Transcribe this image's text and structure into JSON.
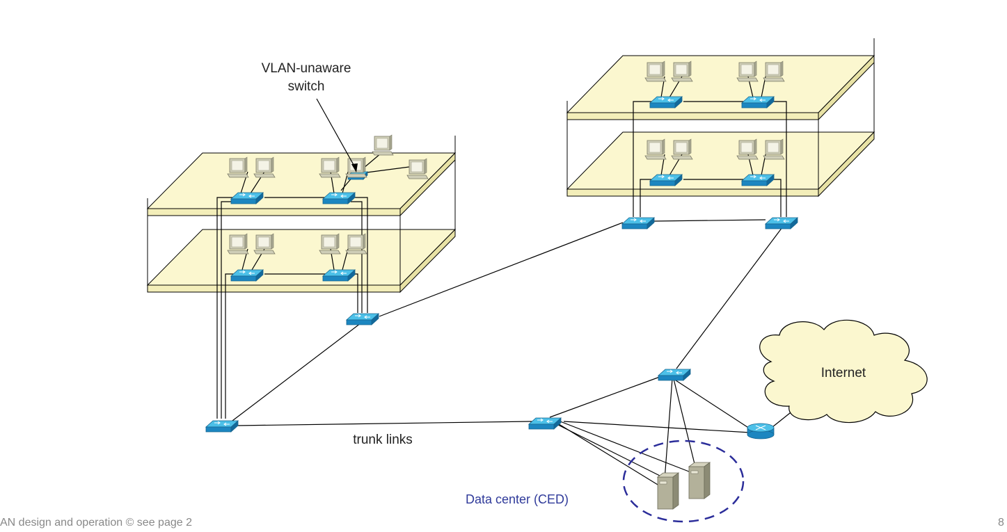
{
  "labels": {
    "vlan_unaware_line1": "VLAN-unaware",
    "vlan_unaware_line2": "switch",
    "trunk_links": "trunk links",
    "internet": "Internet",
    "data_center": "Data center (CED)"
  },
  "footer": {
    "left": "AN design and operation © see page 2",
    "page": "8"
  },
  "icons": {
    "switch": "switch-icon",
    "pc": "pc-icon",
    "router": "router-icon",
    "server": "server-icon",
    "cloud": "cloud-icon"
  },
  "colors": {
    "floor_fill": "#fbf7cf",
    "floor_edge": "#e3dda4",
    "switch_top": "#4cc0e8",
    "switch_side": "#1c86c0",
    "pc_fill": "#cfceb7",
    "server_fill": "#b3b19a",
    "data_center_outline": "#2b2d9a"
  }
}
